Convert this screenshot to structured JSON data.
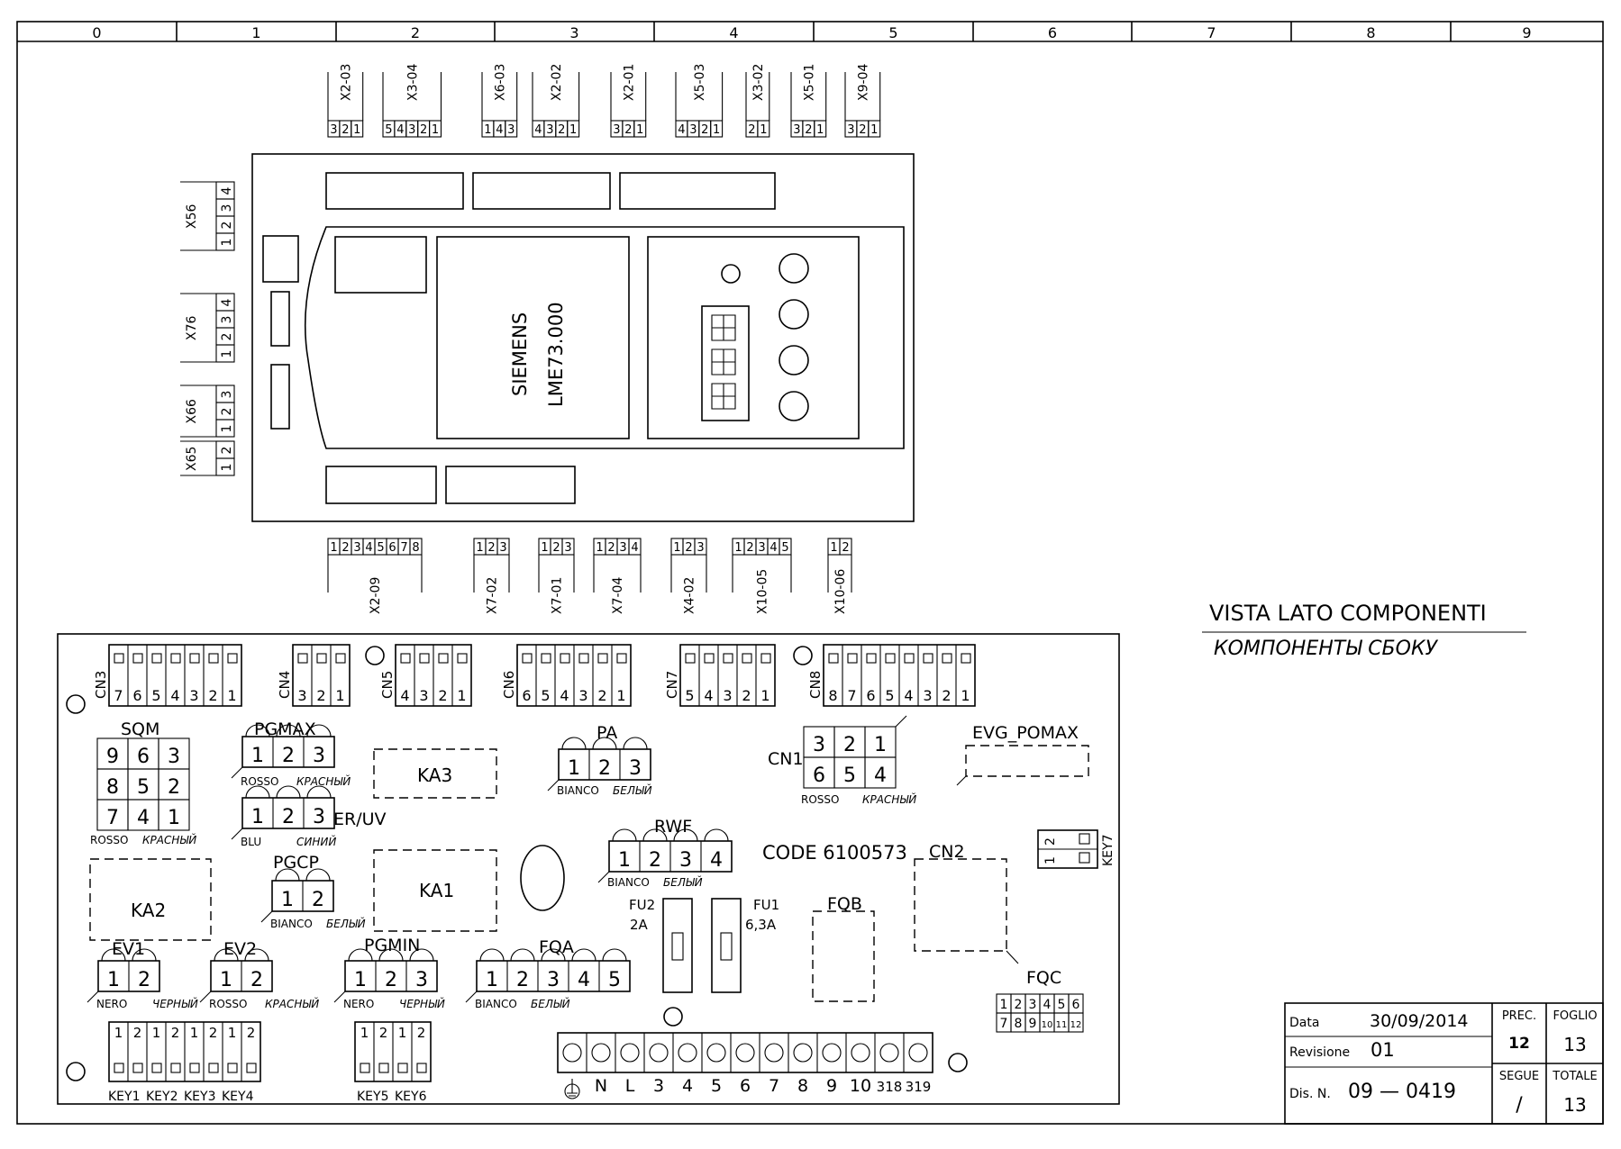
{
  "ruler": [
    "0",
    "1",
    "2",
    "3",
    "4",
    "5",
    "6",
    "7",
    "8",
    "9"
  ],
  "top_connectors": [
    {
      "label": "X2-03",
      "pins": [
        "3",
        "2",
        "1"
      ]
    },
    {
      "label": "X3-04",
      "pins": [
        "5",
        "4",
        "3",
        "2",
        "1"
      ]
    },
    {
      "label": "X6-03",
      "pins": [
        "1",
        "4",
        "3"
      ]
    },
    {
      "label": "X2-02",
      "pins": [
        "4",
        "3",
        "2",
        "1"
      ]
    },
    {
      "label": "X2-01",
      "pins": [
        "3",
        "2",
        "1"
      ]
    },
    {
      "label": "X5-03",
      "pins": [
        "4",
        "3",
        "2",
        "1"
      ]
    },
    {
      "label": "X3-02",
      "pins": [
        "2",
        "1"
      ]
    },
    {
      "label": "X5-01",
      "pins": [
        "3",
        "2",
        "1"
      ]
    },
    {
      "label": "X9-04",
      "pins": [
        "3",
        "2",
        "1"
      ]
    }
  ],
  "bottom_connectors": [
    {
      "label": "X2-09",
      "pins": [
        "1",
        "2",
        "3",
        "4",
        "5",
        "6",
        "7",
        "8"
      ]
    },
    {
      "label": "X7-02",
      "pins": [
        "1",
        "2",
        "3"
      ]
    },
    {
      "label": "X7-01",
      "pins": [
        "1",
        "2",
        "3"
      ]
    },
    {
      "label": "X7-04",
      "pins": [
        "1",
        "2",
        "3",
        "4"
      ]
    },
    {
      "label": "X4-02",
      "pins": [
        "1",
        "2",
        "3"
      ]
    },
    {
      "label": "X10-05",
      "pins": [
        "1",
        "2",
        "3",
        "4",
        "5"
      ]
    },
    {
      "label": "X10-06",
      "pins": [
        "1",
        "2"
      ]
    }
  ],
  "side_connectors": [
    {
      "label": "X56",
      "pins": [
        "4",
        "3",
        "2",
        "1"
      ]
    },
    {
      "label": "X76",
      "pins": [
        "4",
        "3",
        "2",
        "1"
      ]
    },
    {
      "label": "X66",
      "pins": [
        "3",
        "2",
        "1"
      ]
    },
    {
      "label": "X65",
      "pins": [
        "2",
        "1"
      ]
    }
  ],
  "module": {
    "brand": "SIEMENS",
    "model": "LME73.000"
  },
  "view_title": {
    "it": "VISTA LATO COMPONENTI",
    "ru": "КОМПОНЕНТЫ СБОКУ"
  },
  "board": {
    "cn_headers": [
      {
        "label": "CN3",
        "pins": [
          "7",
          "6",
          "5",
          "4",
          "3",
          "2",
          "1"
        ]
      },
      {
        "label": "CN4",
        "pins": [
          "3",
          "2",
          "1"
        ]
      },
      {
        "label": "CN5",
        "pins": [
          "4",
          "3",
          "2",
          "1"
        ]
      },
      {
        "label": "CN6",
        "pins": [
          "6",
          "5",
          "4",
          "3",
          "2",
          "1"
        ]
      },
      {
        "label": "CN7",
        "pins": [
          "5",
          "4",
          "3",
          "2",
          "1"
        ]
      },
      {
        "label": "CN8",
        "pins": [
          "8",
          "7",
          "6",
          "5",
          "4",
          "3",
          "2",
          "1"
        ]
      }
    ],
    "sqm": {
      "label": "SQM",
      "grid": [
        [
          "9",
          "6",
          "3"
        ],
        [
          "8",
          "5",
          "2"
        ],
        [
          "7",
          "4",
          "1"
        ]
      ],
      "wire": "ROSSO",
      "wire_ru": "КРАСНЫЙ"
    },
    "pgmax": {
      "label": "PGMAX",
      "pins": [
        "1",
        "2",
        "3"
      ],
      "wire": "ROSSO",
      "wire_ru": "КРАСНЫЙ"
    },
    "eruv": {
      "label": "ER/UV",
      "pins": [
        "1",
        "2",
        "3"
      ],
      "wire": "BLU",
      "wire_ru": "СИНИЙ"
    },
    "pa": {
      "label": "PA",
      "pins": [
        "1",
        "2",
        "3"
      ],
      "wire": "BIANCO",
      "wire_ru": "БЕЛЫЙ"
    },
    "cn1": {
      "label": "CN1",
      "row1": [
        "3",
        "2",
        "1"
      ],
      "row2": [
        "6",
        "5",
        "4"
      ],
      "wire": "ROSSO",
      "wire_ru": "КРАСНЫЙ"
    },
    "evg": {
      "label": "EVG_POMAX"
    },
    "ka1": "KA1",
    "ka2": "KA2",
    "ka3": "KA3",
    "pgcp": {
      "label": "PGCP",
      "pins": [
        "1",
        "2"
      ],
      "wire": "BIANCO",
      "wire_ru": "БЕЛЫЙ"
    },
    "rwf": {
      "label": "RWF",
      "pins": [
        "1",
        "2",
        "3",
        "4"
      ],
      "wire": "BIANCO",
      "wire_ru": "БЕЛЫЙ"
    },
    "code": "CODE 6100573",
    "key7": {
      "label": "KEY7",
      "pins": [
        "2",
        "1"
      ]
    },
    "cn2": "CN2",
    "fu2": {
      "label": "FU2",
      "rating": "2A"
    },
    "fu1": {
      "label": "FU1",
      "rating": "6,3A"
    },
    "fqb": "FQB",
    "ev1": {
      "label": "EV1",
      "pins": [
        "1",
        "2"
      ],
      "wire": "NERO",
      "wire_ru": "ЧЕРНЫЙ"
    },
    "ev2": {
      "label": "EV2",
      "pins": [
        "1",
        "2"
      ],
      "wire": "ROSSO",
      "wire_ru": "КРАСНЫЙ"
    },
    "pgmin": {
      "label": "PGMIN",
      "pins": [
        "1",
        "2",
        "3"
      ],
      "wire": "NERO",
      "wire_ru": "ЧЕРНЫЙ"
    },
    "fqa": {
      "label": "FQA",
      "pins": [
        "1",
        "2",
        "3",
        "4",
        "5"
      ],
      "wire": "BIANCO",
      "wire_ru": "БЕЛЫЙ"
    },
    "fqc": {
      "label": "FQC",
      "row1": [
        "1",
        "2",
        "3",
        "4",
        "5",
        "6"
      ],
      "row2": [
        "7",
        "8",
        "9",
        "10",
        "11",
        "12"
      ]
    },
    "keys_a": [
      "KEY1",
      "KEY2",
      "KEY3",
      "KEY4"
    ],
    "keys_b": [
      "KEY5",
      "KEY6"
    ],
    "key_pins": [
      "1",
      "2"
    ],
    "terminals": [
      "N",
      "L",
      "3",
      "4",
      "5",
      "6",
      "7",
      "8",
      "9",
      "10",
      "318",
      "319"
    ]
  },
  "title_block": {
    "data_label": "Data",
    "data_value": "30/09/2014",
    "rev_label": "Revisione",
    "rev_value": "01",
    "dis_label": "Dis. N.",
    "dis_value": "09 — 0419",
    "prec_label": "PREC.",
    "prec_value": "12",
    "segue_label": "SEGUE",
    "segue_value": "/",
    "foglio_label": "FOGLIO",
    "foglio_value": "13",
    "totale_label": "TOTALE",
    "totale_value": "13"
  }
}
